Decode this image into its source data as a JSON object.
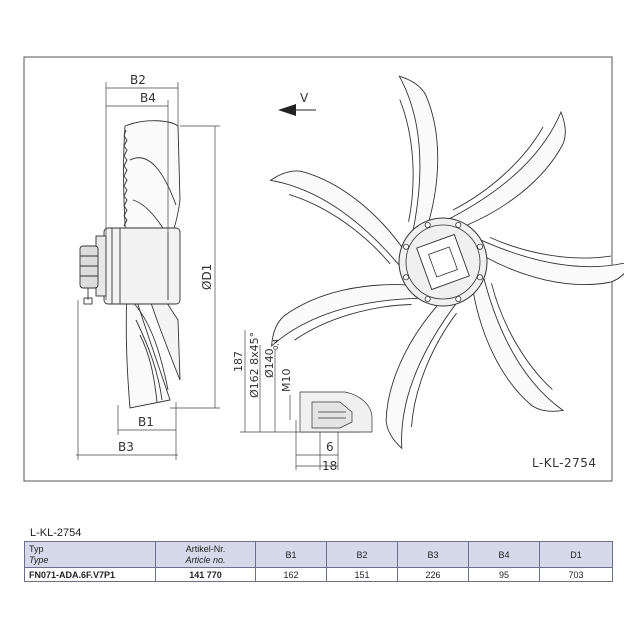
{
  "drawing": {
    "code": "L-KL-2754",
    "airflow_label": "V",
    "dims": {
      "b2": "B2",
      "b4": "B4",
      "b1": "B1",
      "b3": "B3",
      "d1": "ØD1",
      "h187": "187",
      "bolt_circle": "Ø162 8x45°",
      "center_dia": "Ø140",
      "tol": "0,4",
      "thread": "M10",
      "dim6": "6",
      "dim18": "18"
    }
  },
  "table": {
    "title": "L-KL-2754",
    "headers": {
      "type_de": "Typ",
      "type_en": "Type",
      "article_de": "Artikel-Nr.",
      "article_en": "Article no.",
      "b1": "B1",
      "b2": "B2",
      "b3": "B3",
      "b4": "B4",
      "d1": "D1"
    },
    "row": {
      "type": "FN071-ADA.6F.V7P1",
      "article": "141 770",
      "b1": "162",
      "b2": "151",
      "b3": "226",
      "b4": "95",
      "d1": "703"
    }
  }
}
